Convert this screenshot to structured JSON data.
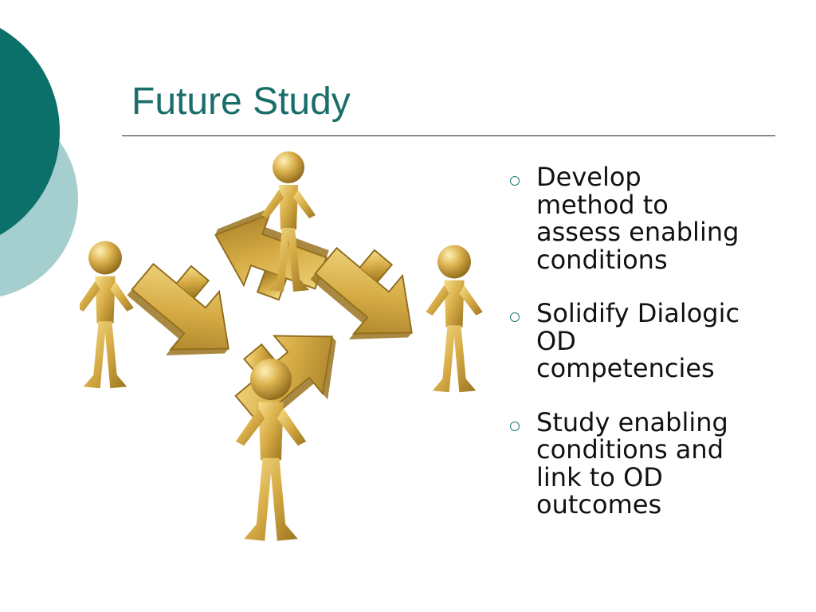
{
  "slide": {
    "title": "Future Study",
    "bullets": [
      {
        "lines": [
          "Develop",
          "method to",
          "assess enabling",
          "conditions"
        ]
      },
      {
        "lines": [
          "Solidify Dialogic",
          "OD",
          "competencies"
        ]
      },
      {
        "lines": [
          "Study enabling",
          "conditions and",
          "link to OD",
          "outcomes"
        ]
      }
    ],
    "bullet_marker_icon": "hollow-circle-bullet-icon",
    "illustration_icon": "gold-figures-assembling-arrow-puzzle-icon",
    "colors": {
      "title": "#1a6e6a",
      "accent_dark": "#0b6f6a",
      "accent_light": "#a5cfcf",
      "gold": "#c9a33f",
      "text": "#111111"
    }
  }
}
